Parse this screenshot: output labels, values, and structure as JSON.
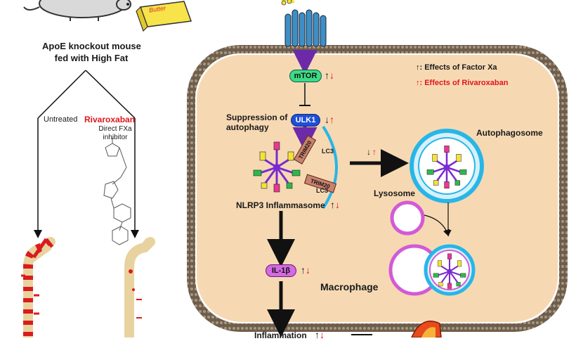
{
  "left_panel": {
    "mouse_label_line1": "ApoE knockout mouse",
    "mouse_label_line2": "fed with High Fat",
    "butter_label": "Butter",
    "untreated_label": "Untreated",
    "drug_name": "Rivaroxaban",
    "drug_desc_line1": "Direct FXa",
    "drug_desc_line2": "inhibitor"
  },
  "legend": {
    "factor_xa": ": Effects of Factor Xa",
    "rivaroxaban": ": Effects of Rivaroxaban",
    "factor_xa_color": "#111111",
    "rivaroxaban_color": "#e0151b"
  },
  "cell": {
    "mtor": "mTOR",
    "ulk1": "ULK1",
    "suppression_line1": "Suppression of",
    "suppression_line2": "autophagy",
    "trim20_a": "TRIM20",
    "trim20_b": "TRIM20",
    "lc3_a": "LC3",
    "lc3_b": "LC3",
    "nlrp3": "NLRP3 Inflammasome",
    "autophagosome": "Autophagosome",
    "lysosome": "Lysosome",
    "il1b": "IL-1β",
    "macrophage": "Macrophage",
    "inflammation": "Inflammation"
  },
  "colors": {
    "cell_fill": "#f6d9b3",
    "cell_border": "#7a6a55",
    "mtor_fill": "#3ddc84",
    "ulk1_fill": "#1f4fd6",
    "il1b_fill": "#d36ae0",
    "trim_fill": "#c9826e",
    "lc3_stroke": "#27b6e8",
    "receptor_fill": "#3f8fc7",
    "pathway_arrow": "#6d2aa8",
    "plaque_red": "#d91c1c"
  }
}
